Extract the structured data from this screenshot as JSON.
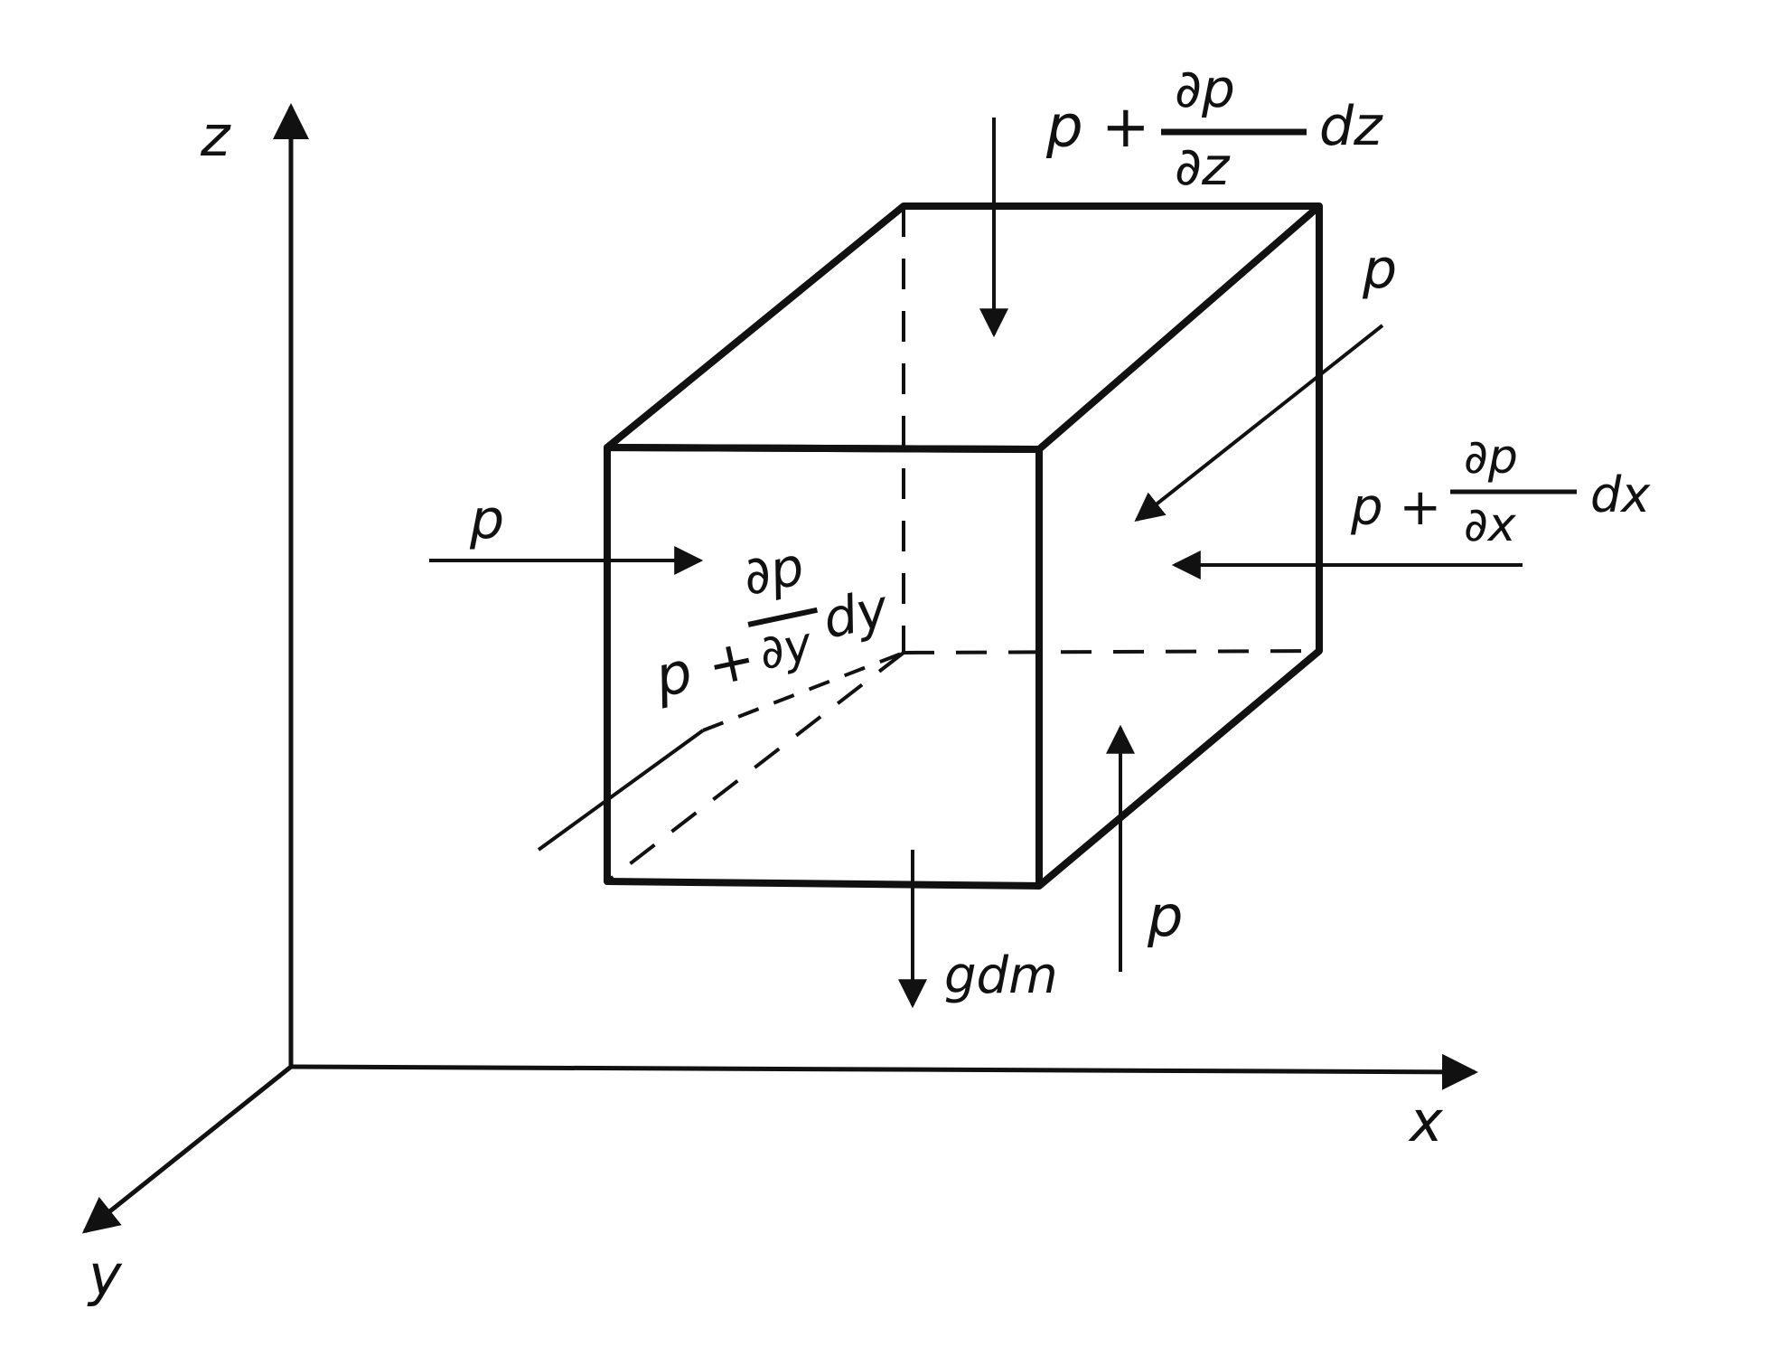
{
  "axes": {
    "x": "x",
    "y": "y",
    "z": "z"
  },
  "labels": {
    "top_force": {
      "p": "p +",
      "num": "∂p",
      "den": "∂z",
      "diff": "dz"
    },
    "right_force": {
      "p": "p +",
      "num": "∂p",
      "den": "∂x",
      "diff": "dx"
    },
    "front_force": {
      "p": "p +",
      "num": "∂p",
      "den": "∂y",
      "diff": "dy"
    },
    "left_p": "p",
    "back_p": "p",
    "bottom_p": "p",
    "gravity": "gdm"
  },
  "colors": {
    "ink": "#111111",
    "paper": "#ffffff"
  }
}
